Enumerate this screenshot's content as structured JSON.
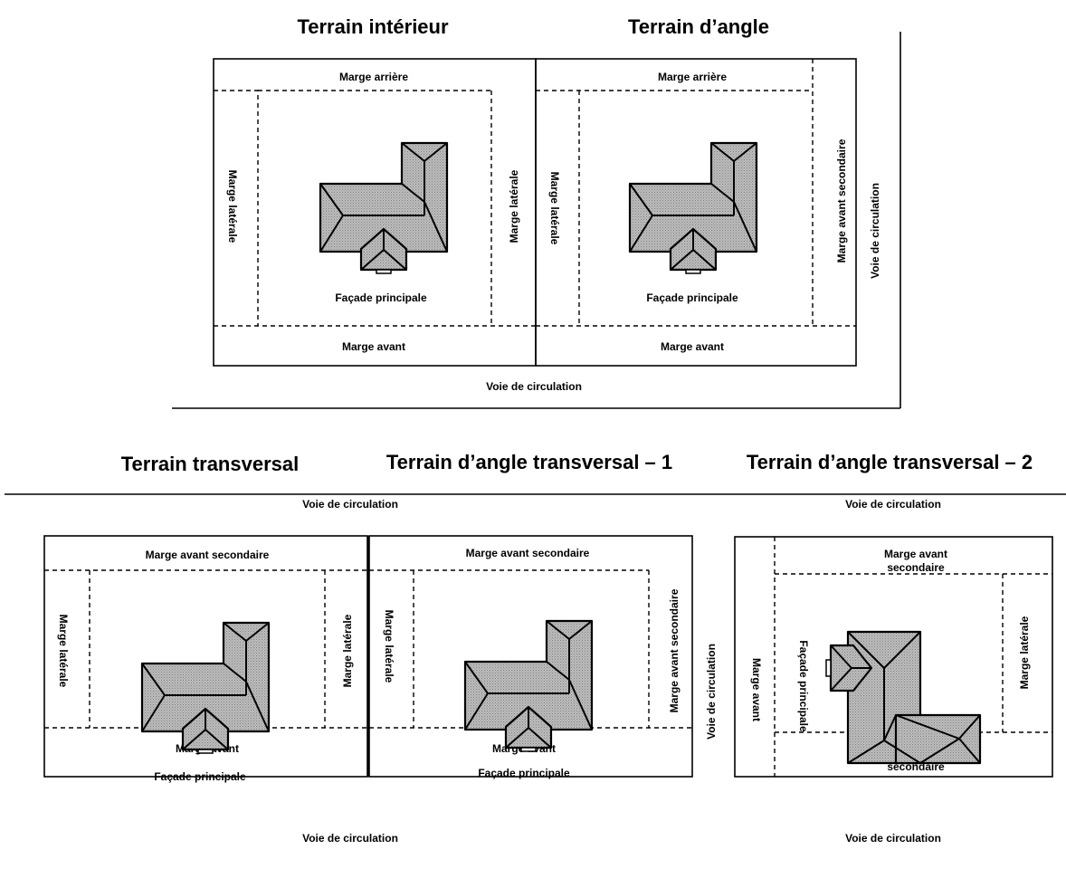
{
  "headings": {
    "interior": "Terrain intérieur",
    "corner": "Terrain d’angle",
    "transversal": "Terrain transversal",
    "corner_trans_1": "Terrain d’angle transversal – 1",
    "corner_trans_2": "Terrain d’angle transversal – 2"
  },
  "labels": {
    "marge_arriere": "Marge arrière",
    "marge_laterale": "Marge latérale",
    "marge_avant": "Marge avant",
    "marge_avant_secondaire": "Marge avant secondaire",
    "marge_avant_secondaire_l1": "Marge avant",
    "marge_avant_secondaire_l2": "secondaire",
    "facade_principale": "Façade principale",
    "voie_de_circulation": "Voie de circulation"
  }
}
